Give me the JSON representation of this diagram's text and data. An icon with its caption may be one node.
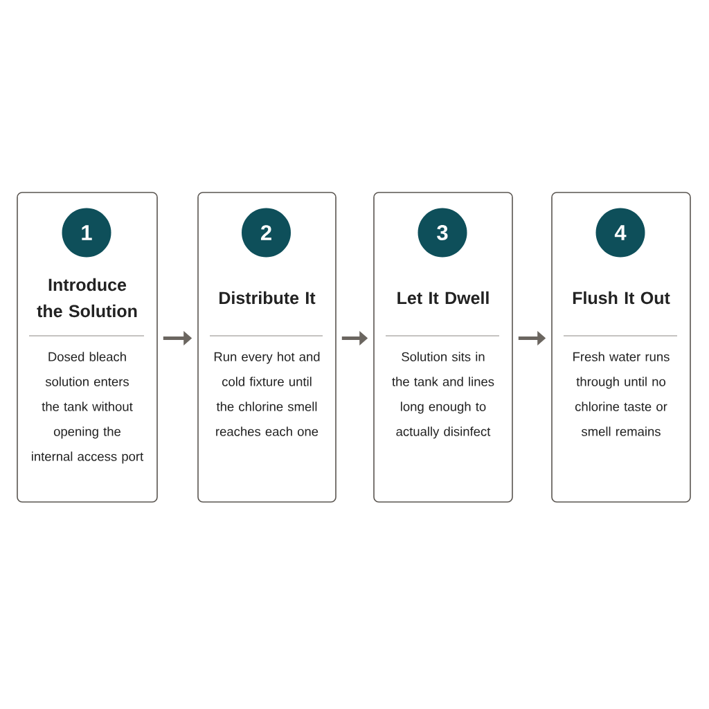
{
  "diagram": {
    "nodes": [
      {
        "text": [
          "Introduce the Solution",
          "Dosed bleach solution enters the tank without opening the internal access port"
        ]
      },
      {
        "text": [
          "1"
        ],
        "in": 0
      },
      {
        "text": [
          "Distribute It",
          "Run every hot and cold fixture until the chlorine smell reaches each one"
        ]
      },
      {
        "text": [
          "2"
        ],
        "in": 2
      },
      {
        "text": [
          "Let It Dwell",
          "Solution sits in the tank and lines long enough to actually disinfect"
        ]
      },
      {
        "text": [
          "3"
        ],
        "in": 4
      },
      {
        "text": [
          "Flush It Out",
          "Fresh water runs through until no chlorine taste or smell remains"
        ]
      },
      {
        "text": [
          "4"
        ],
        "in": 6
      }
    ],
    "edges": [
      {
        "from": 0,
        "to": 2,
        "arrow": "to"
      },
      {
        "from": 2,
        "to": 4,
        "arrow": "to"
      },
      {
        "from": 4,
        "to": 6,
        "arrow": "to"
      }
    ]
  }
}
